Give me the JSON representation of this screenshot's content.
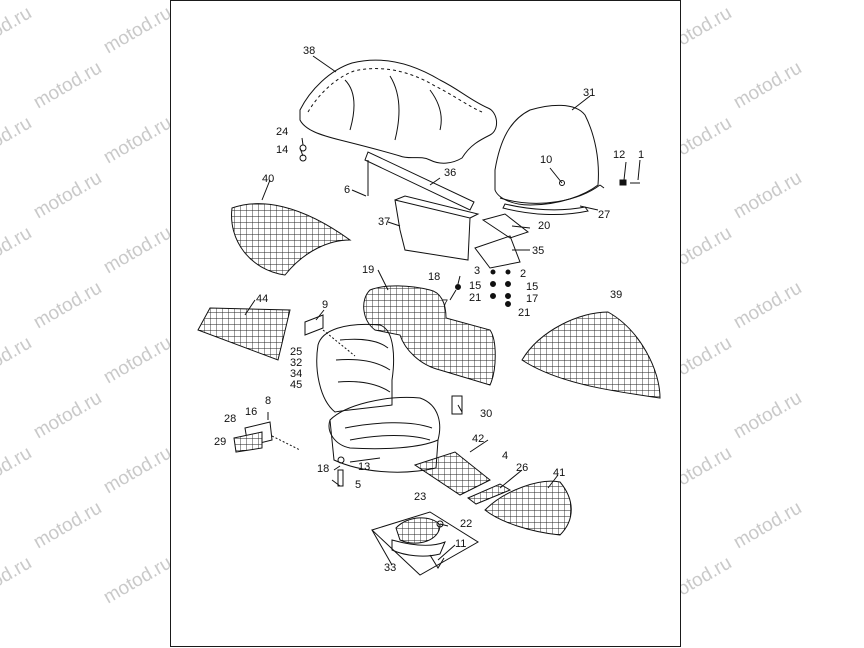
{
  "watermark": "motod.ru",
  "callouts": [
    {
      "id": "c38",
      "text": "38"
    },
    {
      "id": "c31",
      "text": "31"
    },
    {
      "id": "c24",
      "text": "24"
    },
    {
      "id": "c14",
      "text": "14"
    },
    {
      "id": "c10",
      "text": "10"
    },
    {
      "id": "c12",
      "text": "12"
    },
    {
      "id": "c1",
      "text": "1"
    },
    {
      "id": "c36",
      "text": "36"
    },
    {
      "id": "c40",
      "text": "40"
    },
    {
      "id": "c6",
      "text": "6"
    },
    {
      "id": "c27",
      "text": "27"
    },
    {
      "id": "c37",
      "text": "37"
    },
    {
      "id": "c20",
      "text": "20"
    },
    {
      "id": "c35",
      "text": "35"
    },
    {
      "id": "c19",
      "text": "19"
    },
    {
      "id": "c18a",
      "text": "18"
    },
    {
      "id": "c3",
      "text": "3"
    },
    {
      "id": "c2",
      "text": "2"
    },
    {
      "id": "c15a",
      "text": "15"
    },
    {
      "id": "c15b",
      "text": "15"
    },
    {
      "id": "c21a",
      "text": "21"
    },
    {
      "id": "c17",
      "text": "17"
    },
    {
      "id": "c21b",
      "text": "21"
    },
    {
      "id": "c7",
      "text": "7"
    },
    {
      "id": "c39",
      "text": "39"
    },
    {
      "id": "c44",
      "text": "44"
    },
    {
      "id": "c9",
      "text": "9"
    },
    {
      "id": "c25",
      "text": "25"
    },
    {
      "id": "c32",
      "text": "32"
    },
    {
      "id": "c34",
      "text": "34"
    },
    {
      "id": "c45",
      "text": "45"
    },
    {
      "id": "c8",
      "text": "8"
    },
    {
      "id": "c30",
      "text": "30"
    },
    {
      "id": "c28",
      "text": "28"
    },
    {
      "id": "c16",
      "text": "16"
    },
    {
      "id": "c29",
      "text": "29"
    },
    {
      "id": "c42",
      "text": "42"
    },
    {
      "id": "c4",
      "text": "4"
    },
    {
      "id": "c26",
      "text": "26"
    },
    {
      "id": "c41",
      "text": "41"
    },
    {
      "id": "c18b",
      "text": "18"
    },
    {
      "id": "c13",
      "text": "13"
    },
    {
      "id": "c5",
      "text": "5"
    },
    {
      "id": "c23",
      "text": "23"
    },
    {
      "id": "c22",
      "text": "22"
    },
    {
      "id": "c11",
      "text": "11"
    },
    {
      "id": "c33",
      "text": "33"
    }
  ]
}
